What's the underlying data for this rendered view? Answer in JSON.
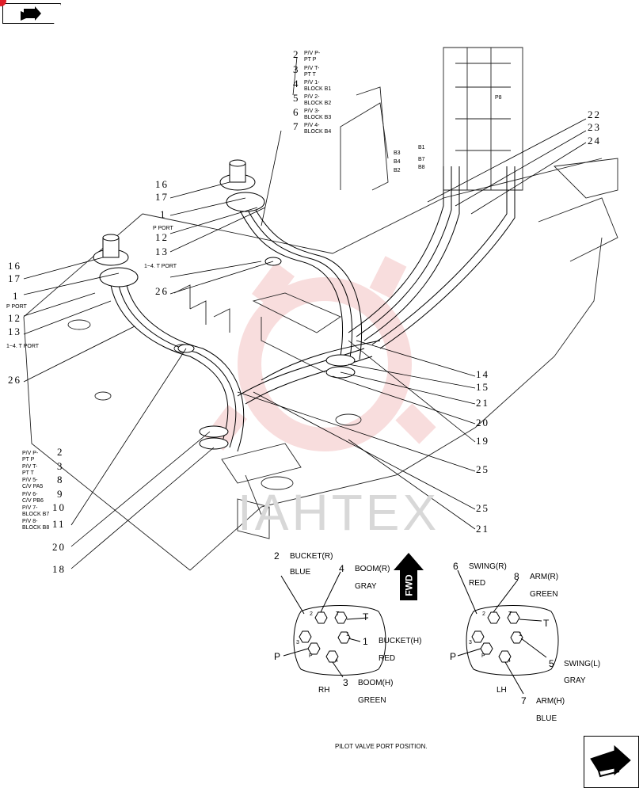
{
  "watermark": "IAHTEX",
  "nav": {
    "back_icon": "arrow-left-icon",
    "next_icon": "arrow-right-icon"
  },
  "left_callouts": [
    {
      "n": "16"
    },
    {
      "n": "17"
    },
    {
      "n": "1"
    },
    {
      "n": "12"
    },
    {
      "n": "13"
    },
    {
      "n": "26"
    },
    {
      "n": "11"
    },
    {
      "n": "20"
    },
    {
      "n": "18"
    }
  ],
  "left_port_labels": {
    "p_port": "P PORT",
    "t_port": "1~4. T PORT"
  },
  "center_callouts": [
    {
      "n": "16"
    },
    {
      "n": "17"
    },
    {
      "n": "1"
    },
    {
      "n": "12"
    },
    {
      "n": "13"
    },
    {
      "n": "26"
    }
  ],
  "center_port_labels": {
    "p_port": "P PORT",
    "t_port": "1~4. T PORT"
  },
  "top_legend": [
    {
      "n": "2",
      "text": "P/V P-\nPT P"
    },
    {
      "n": "3",
      "text": "P/V T-\nPT T"
    },
    {
      "n": "4",
      "text": "P/V 1-\nBLOCK B1"
    },
    {
      "n": "5",
      "text": "P/V 2-\nBLOCK B2"
    },
    {
      "n": "6",
      "text": "P/V 3-\nBLOCK B3"
    },
    {
      "n": "7",
      "text": "P/V 4-\nBLOCK B4"
    }
  ],
  "bottom_legend": [
    {
      "n": "2",
      "text": "P/V P-\nPT P"
    },
    {
      "n": "3",
      "text": "P/V T-\nPT T"
    },
    {
      "n": "8",
      "text": "P/V 5-\nC/V PA5"
    },
    {
      "n": "9",
      "text": "P/V 6-\nC/V PB6"
    },
    {
      "n": "10",
      "text": "P/V 7-\nBLOCK B7"
    },
    {
      "n": "11",
      "text": "P/V 8-\nBLOCK B8"
    }
  ],
  "right_callouts": [
    {
      "n": "22"
    },
    {
      "n": "23"
    },
    {
      "n": "24"
    },
    {
      "n": "14"
    },
    {
      "n": "15"
    },
    {
      "n": "21"
    },
    {
      "n": "20"
    },
    {
      "n": "19"
    },
    {
      "n": "25"
    },
    {
      "n": "25"
    },
    {
      "n": "21"
    }
  ],
  "valve_ports": [
    "B3",
    "B4",
    "B2",
    "B1",
    "B7",
    "B8",
    "P8"
  ],
  "fwd_label": "FWD",
  "rh": {
    "label": "RH",
    "p": "P",
    "t": "T",
    "ports": [
      {
        "n": "2",
        "name": "BUCKET(R)",
        "color": "BLUE"
      },
      {
        "n": "4",
        "name": "BOOM(R)",
        "color": "GRAY"
      },
      {
        "n": "1",
        "name": "BUCKET(H)",
        "color": "RED"
      },
      {
        "n": "3",
        "name": "BOOM(H)",
        "color": "GREEN"
      }
    ]
  },
  "lh": {
    "label": "LH",
    "p": "P",
    "t": "T",
    "ports": [
      {
        "n": "6",
        "name": "SWING(R)",
        "color": "RED"
      },
      {
        "n": "8",
        "name": "ARM(R)",
        "color": "GREEN"
      },
      {
        "n": "5",
        "name": "SWING(L)",
        "color": "GRAY"
      },
      {
        "n": "7",
        "name": "ARM(H)",
        "color": "BLUE"
      }
    ]
  },
  "face_digits": {
    "p2": "2",
    "pT": "T",
    "p1": "1",
    "p3": "3",
    "pP": "P",
    "p4": "4"
  },
  "caption": "PILOT VALVE PORT POSITION."
}
